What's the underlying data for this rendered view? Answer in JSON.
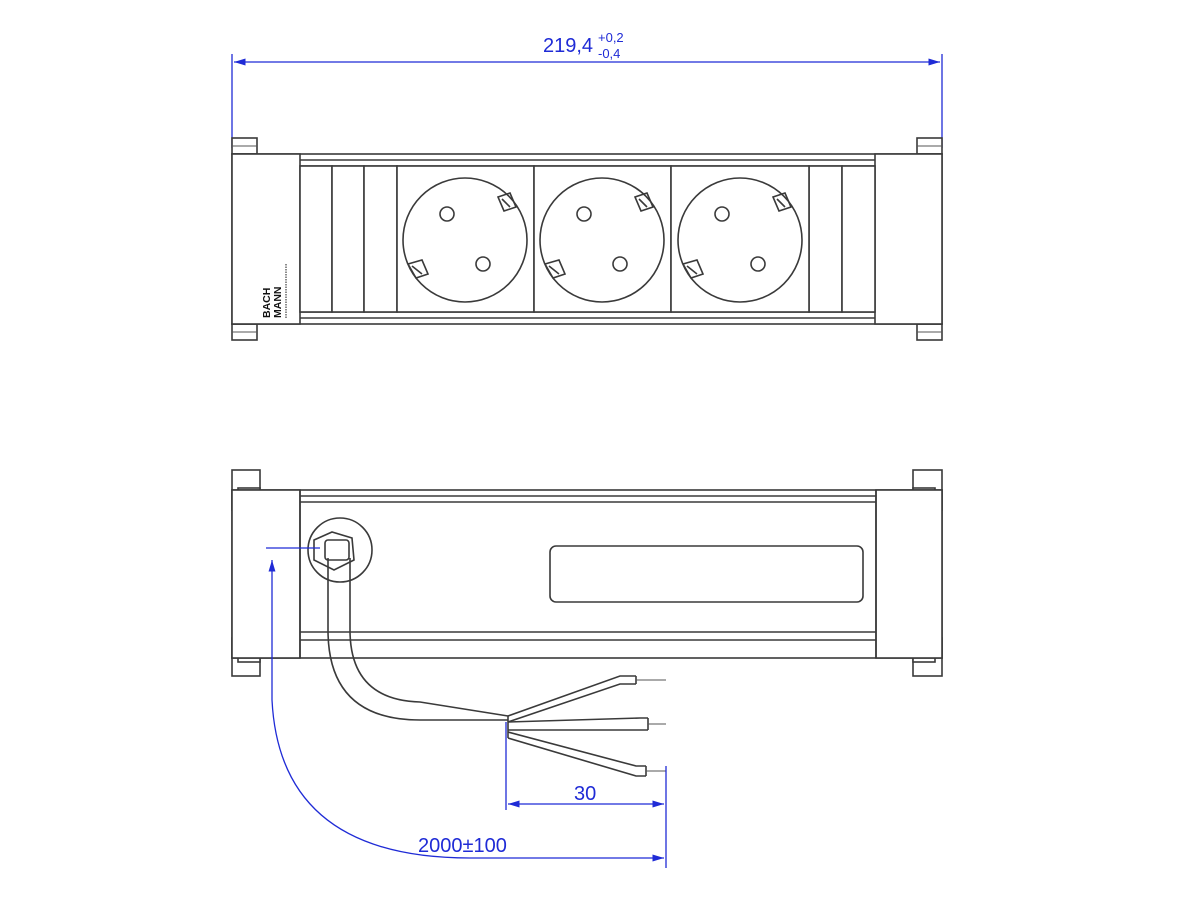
{
  "dimensions": {
    "overall_length": {
      "value": "219,4",
      "upper_tol": "+0,2",
      "lower_tol": "-0,4"
    },
    "wire_strip": "30",
    "cable_length": "2000±100"
  },
  "brand": {
    "line1": "BACH",
    "line2": "MANN"
  },
  "front_view": {
    "socket_count": 3,
    "socket_type": "schuko-socket-icon"
  },
  "colors": {
    "dimension": "#1f2bd6",
    "outline": "#3a3a3a"
  }
}
